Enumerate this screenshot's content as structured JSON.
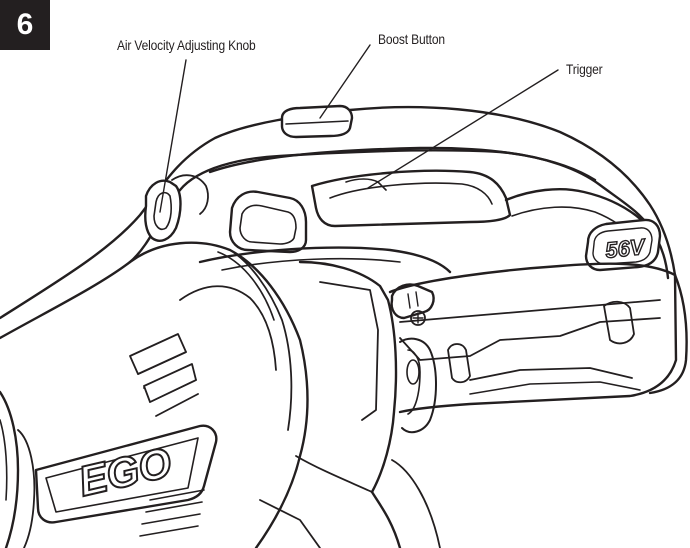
{
  "step_number": "6",
  "callouts": {
    "knob": "Air Velocity Adjusting Knob",
    "boost": "Boost Button",
    "trigger": "Trigger"
  },
  "logo_text": "EGO",
  "battery_badge": "56V",
  "colors": {
    "line": "#231f20",
    "badge_bg": "#231f20",
    "badge_text": "#ffffff",
    "background": "#ffffff"
  }
}
